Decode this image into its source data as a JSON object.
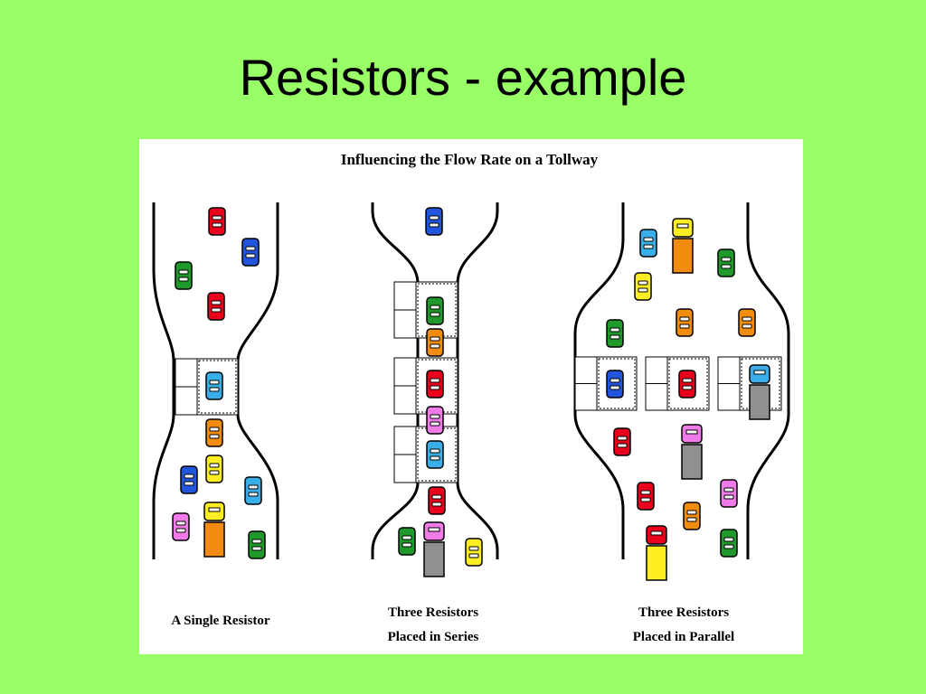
{
  "slide": {
    "title": "Resistors - example"
  },
  "figure": {
    "title": "Influencing the Flow Rate on a Tollway",
    "captions": {
      "single": "A Single Resistor",
      "series_line1": "Three Resistors",
      "series_line2": "Placed in Series",
      "parallel_line1": "Three Resistors",
      "parallel_line2": "Placed in Parallel"
    },
    "colors": {
      "background": "#99ff66",
      "red": "#e8001c",
      "blue": "#2255dd",
      "green": "#1f9a2a",
      "cyan": "#3aaee8",
      "orange": "#f28c0f",
      "yellow": "#ffee22",
      "pink": "#f07ae8",
      "gray": "#909090"
    }
  }
}
